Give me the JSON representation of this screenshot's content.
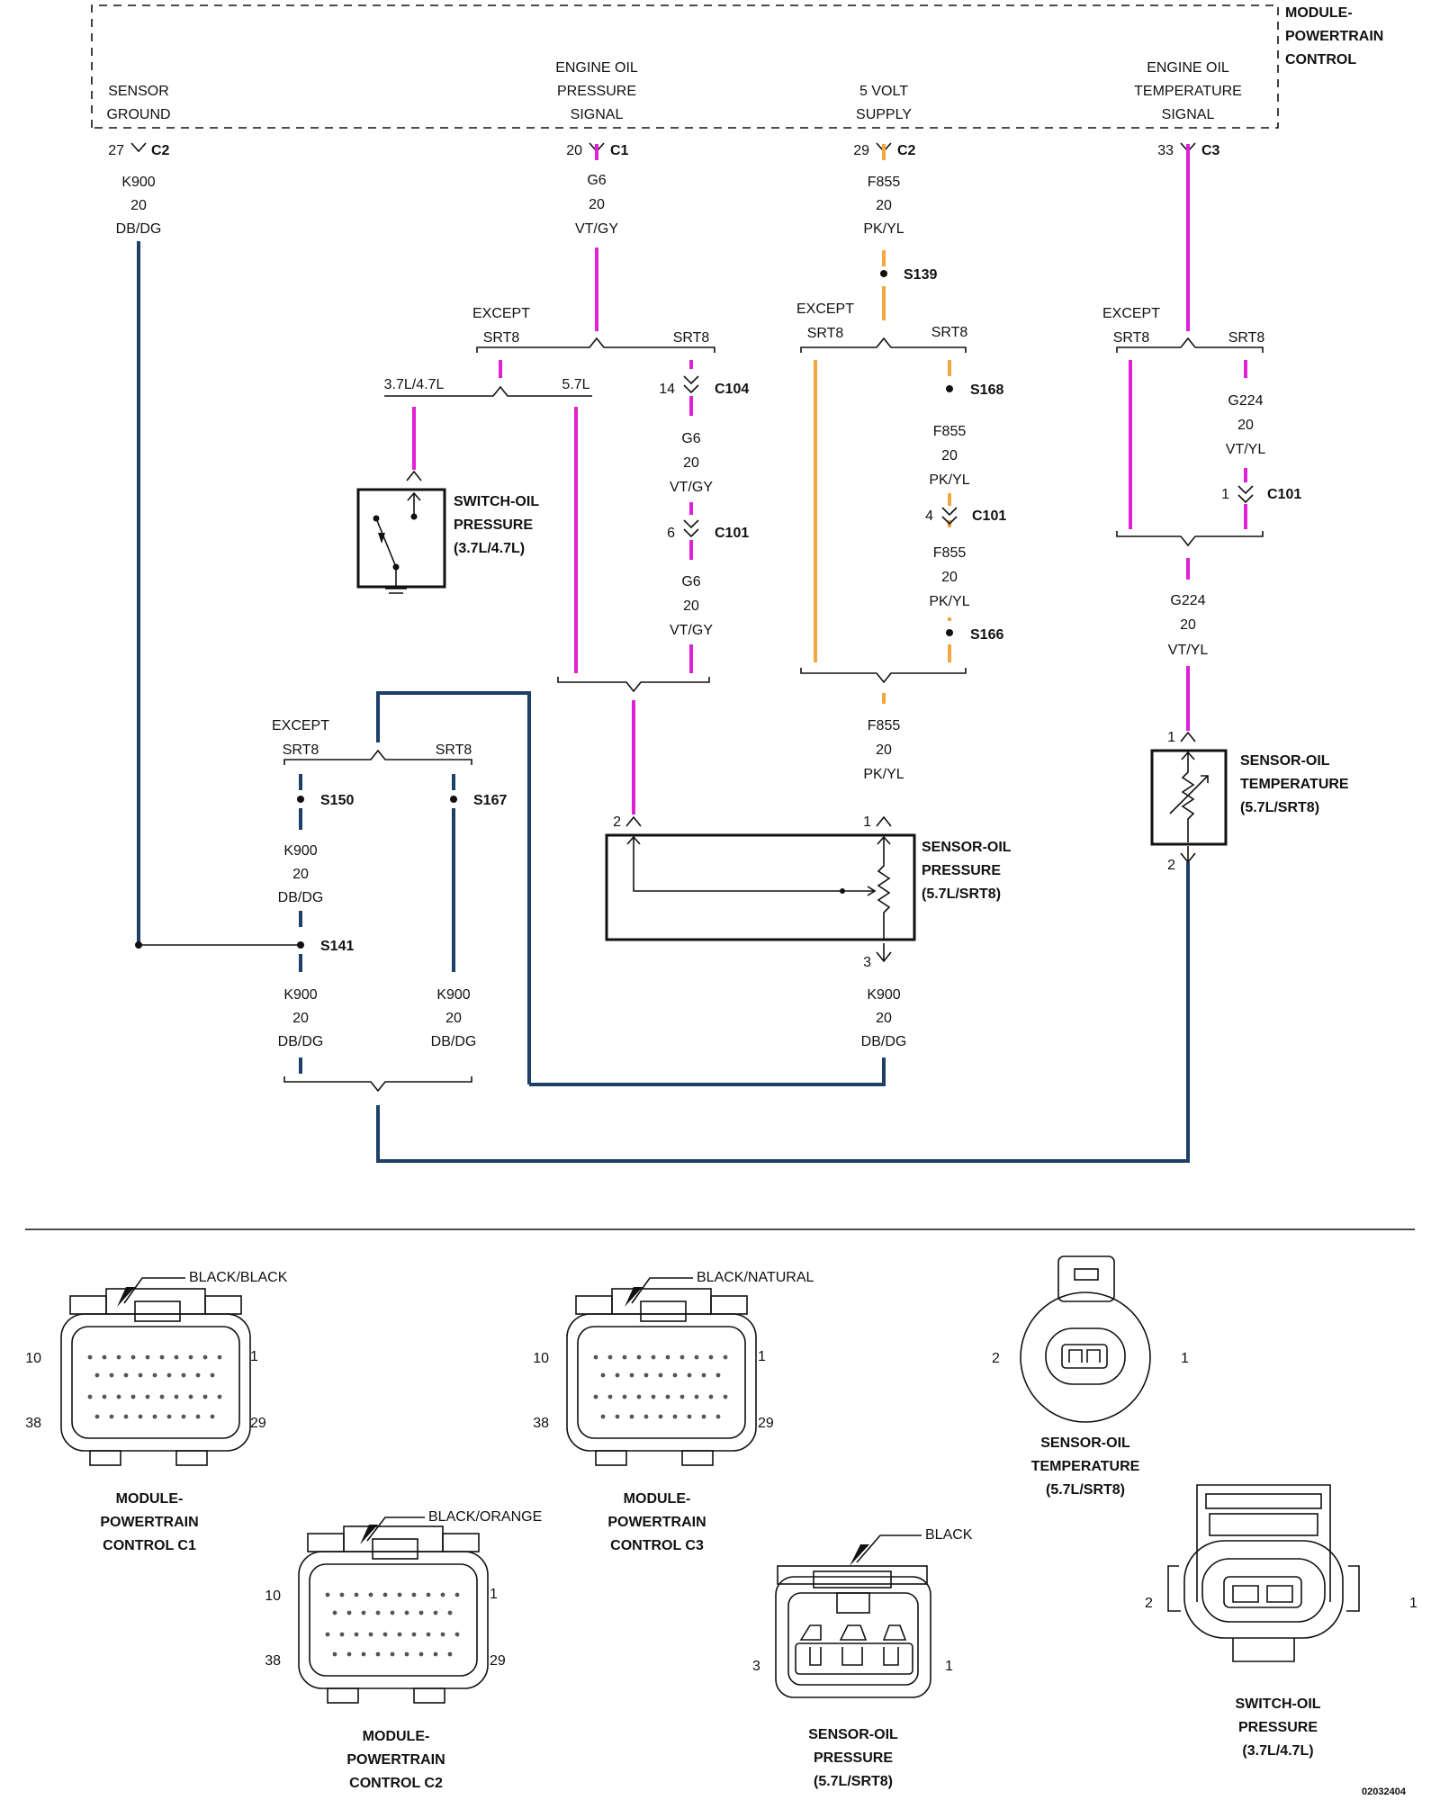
{
  "pcm": {
    "title1": "MODULE-",
    "title2": "POWERTRAIN",
    "title3": "CONTROL"
  },
  "signals": {
    "sensor_ground": [
      "SENSOR",
      "GROUND"
    ],
    "oil_pressure_signal": [
      "ENGINE OIL",
      "PRESSURE",
      "SIGNAL"
    ],
    "five_volt": [
      "5 VOLT",
      "SUPPLY"
    ],
    "oil_temp_signal": [
      "ENGINE OIL",
      "TEMPERATURE",
      "SIGNAL"
    ]
  },
  "pcm_pins": {
    "p27": {
      "pin": "27",
      "conn": "C2"
    },
    "p20": {
      "pin": "20",
      "conn": "C1"
    },
    "p29": {
      "pin": "29",
      "conn": "C2"
    },
    "p33": {
      "pin": "33",
      "conn": "C3"
    }
  },
  "wires": {
    "k900": {
      "circuit": "K900",
      "gauge": "20",
      "color": "DB/DG"
    },
    "g6": {
      "circuit": "G6",
      "gauge": "20",
      "color": "VT/GY"
    },
    "f855": {
      "circuit": "F855",
      "gauge": "20",
      "color": "PK/YL"
    },
    "g224": {
      "circuit": "G224",
      "gauge": "20",
      "color": "VT/YL"
    }
  },
  "branch": {
    "except": "EXCEPT",
    "srt8": "SRT8",
    "v37": "3.7L/4.7L",
    "v57": "5.7L"
  },
  "splices": {
    "s139": "S139",
    "s168": "S168",
    "s166": "S166",
    "s150": "S150",
    "s167": "S167",
    "s141": "S141"
  },
  "inline": {
    "c104": {
      "pin": "14",
      "conn": "C104"
    },
    "c101_g6": {
      "pin": "6",
      "conn": "C101"
    },
    "c101_f855": {
      "pin": "4",
      "conn": "C101"
    },
    "c101_g224": {
      "pin": "1",
      "conn": "C101"
    }
  },
  "components": {
    "switch": {
      "l1": "SWITCH-OIL",
      "l2": "PRESSURE",
      "l3": "(3.7L/4.7L)"
    },
    "sensor_pressure": {
      "l1": "SENSOR-OIL",
      "l2": "PRESSURE",
      "l3": "(5.7L/SRT8)",
      "pin1": "1",
      "pin2": "2",
      "pin3": "3"
    },
    "sensor_temp": {
      "l1": "SENSOR-OIL",
      "l2": "TEMPERATURE",
      "l3": "(5.7L/SRT8)",
      "pin1": "1",
      "pin2": "2"
    }
  },
  "connector_views": {
    "c1": {
      "color": "BLACK/BLACK",
      "l1": "MODULE-",
      "l2": "POWERTRAIN",
      "l3": "CONTROL C1",
      "p1": "1",
      "p10": "10",
      "p29": "29",
      "p38": "38"
    },
    "c3": {
      "color": "BLACK/NATURAL",
      "l1": "MODULE-",
      "l2": "POWERTRAIN",
      "l3": "CONTROL C3",
      "p1": "1",
      "p10": "10",
      "p29": "29",
      "p38": "38"
    },
    "c2": {
      "color": "BLACK/ORANGE",
      "l1": "MODULE-",
      "l2": "POWERTRAIN",
      "l3": "CONTROL C2",
      "p1": "1",
      "p10": "10",
      "p29": "29",
      "p38": "38"
    },
    "temp": {
      "l1": "SENSOR-OIL",
      "l2": "TEMPERATURE",
      "l3": "(5.7L/SRT8)",
      "p1": "1",
      "p2": "2"
    },
    "pressure": {
      "color": "BLACK",
      "l1": "SENSOR-OIL",
      "l2": "PRESSURE",
      "l3": "(5.7L/SRT8)",
      "p1": "1",
      "p3": "3"
    },
    "switch": {
      "l1": "SWITCH-OIL",
      "l2": "PRESSURE",
      "l3": "(3.7L/4.7L)",
      "p1": "1",
      "p2": "2"
    }
  },
  "figure_id": "02032404"
}
